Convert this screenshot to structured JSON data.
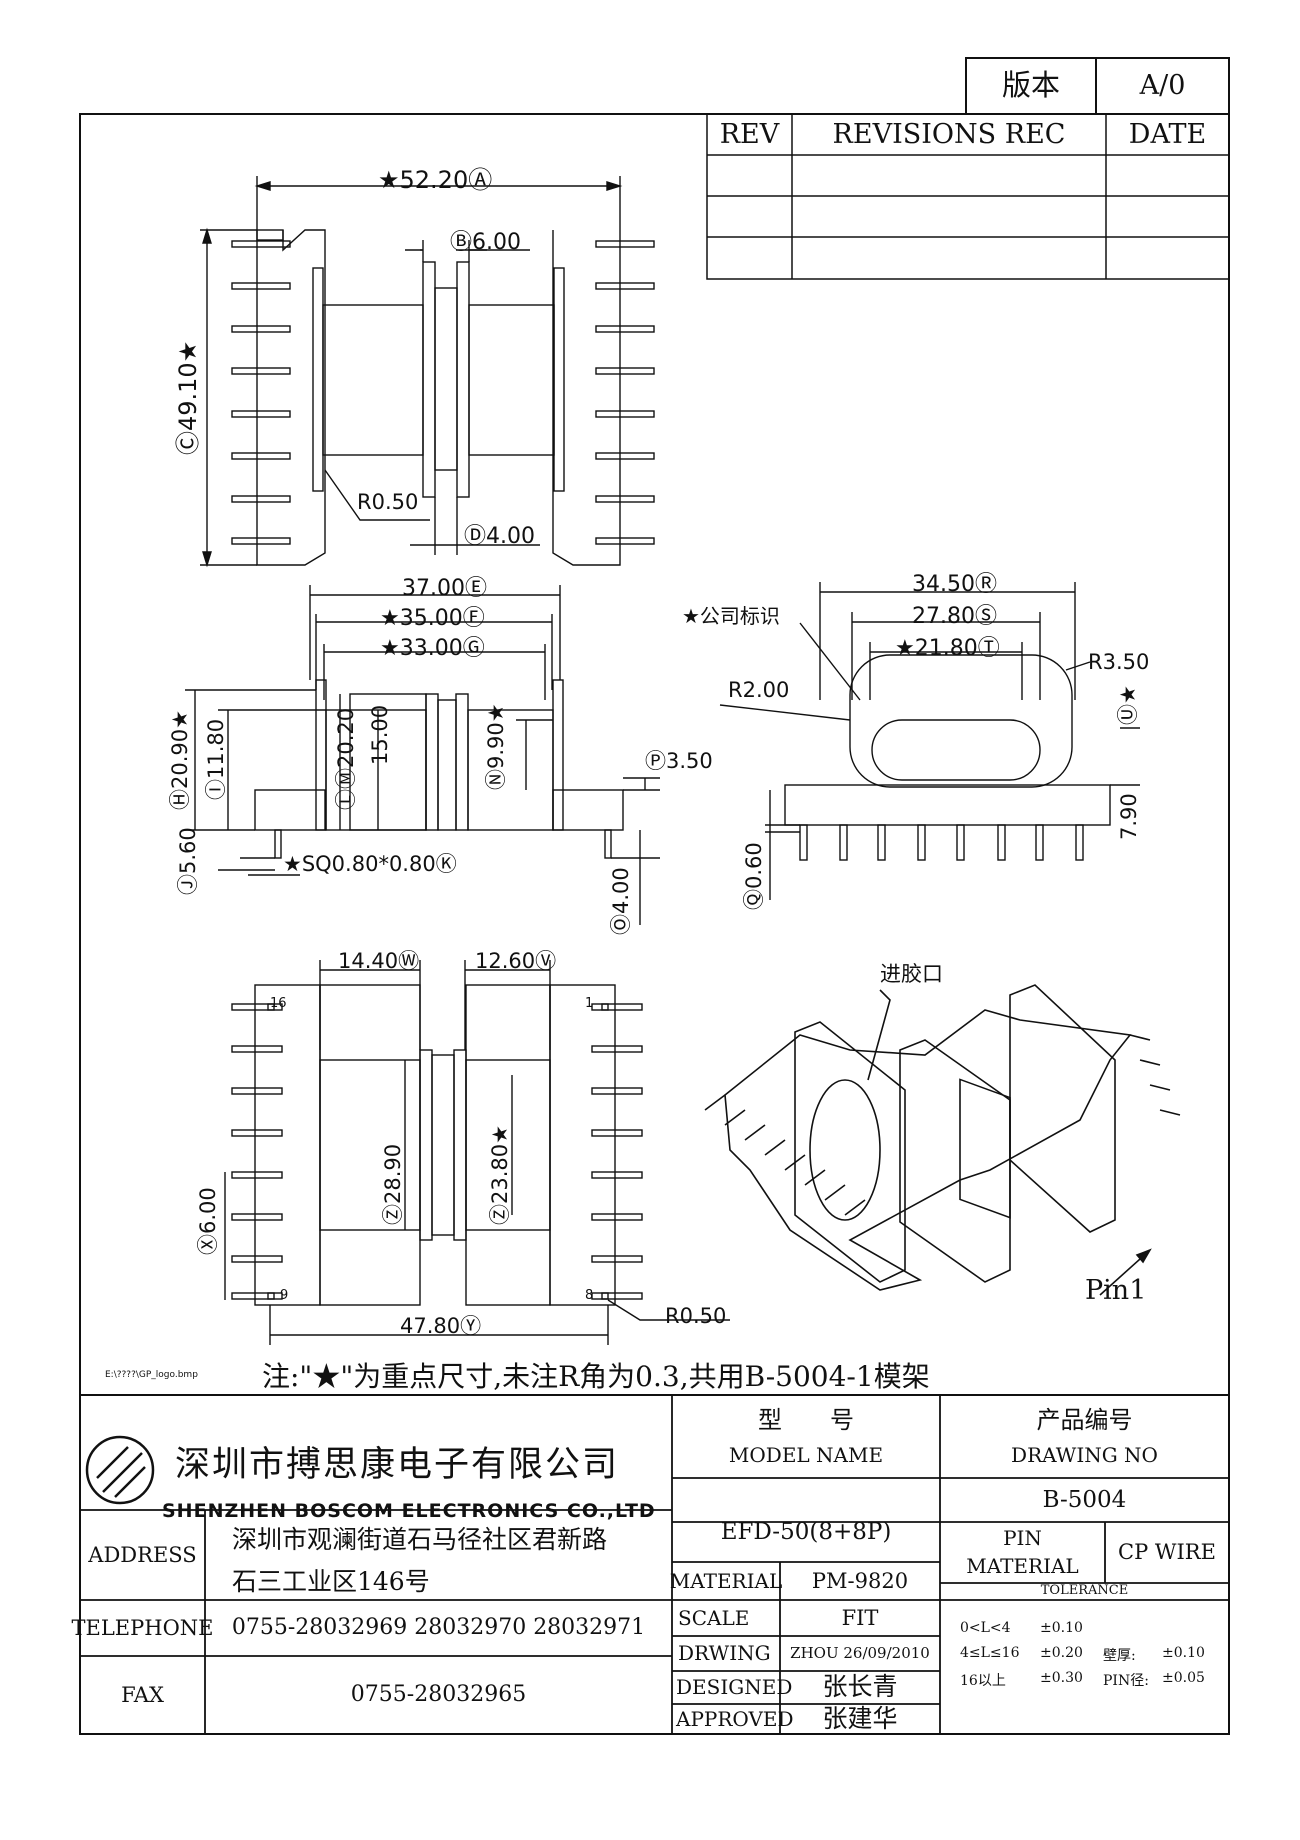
{
  "version": {
    "label": "版本",
    "value": "A/0"
  },
  "revisions": {
    "rev": "REV",
    "rec": "REVISIONS REC",
    "date": "DATE"
  },
  "dims": {
    "A": "★52.20Ⓐ",
    "B": "Ⓑ6.00",
    "C": "Ⓒ49.10★",
    "R050_top": "R0.50",
    "D": "Ⓓ4.00",
    "E": "37.00Ⓔ",
    "F": "★35.00Ⓕ",
    "G": "★33.00Ⓖ",
    "H": "Ⓗ20.90★",
    "I": "Ⓘ11.80",
    "L": "ⓁⓂ20.20",
    "M": "15.00",
    "N": "Ⓝ9.90★",
    "P": "Ⓟ3.50",
    "J": "Ⓙ5.60",
    "K": "★SQ0.80*0.80Ⓚ",
    "O": "Ⓞ4.00",
    "R": "34.50Ⓡ",
    "S": "27.80Ⓢ",
    "T": "★21.80Ⓣ",
    "R350": "R3.50",
    "R200": "R2.00",
    "logo_mark": "★公司标识",
    "U": "Ⓤ★",
    "U_val": "7.90",
    "Q": "Ⓠ0.60",
    "W": "14.40Ⓦ",
    "V": "12.60Ⓥ",
    "pin16": "16",
    "pin1": "1",
    "pin9": "9",
    "pin8": "8",
    "Z1": "Ⓩ28.90",
    "Z2": "Ⓩ23.80★",
    "X": "Ⓧ6.00",
    "Y": "47.80Ⓨ",
    "R050_bot": "R0.50",
    "inlet": "进胶口",
    "pin1_label": "Pin1"
  },
  "note": {
    "file": "E:\\????\\GP_logo.bmp",
    "text": "注:\"★\"为重点尺寸,未注R角为0.3,共用B-5004-1模架"
  },
  "company": {
    "name_cn": "深圳市搏思康电子有限公司",
    "name_en": "SHENZHEN BOSCOM ELECTRONICS CO.,LTD",
    "logo_icon": "boscom-logo-icon"
  },
  "contact": {
    "address_label": "ADDRESS",
    "address_line1": "深圳市观澜街道石马径社区君新路",
    "address_line2": "石三工业区146号",
    "telephone_label": "TELEPHONE",
    "telephone": "0755-28032969 28032970 28032971",
    "fax_label": "FAX",
    "fax": "0755-28032965"
  },
  "model": {
    "cn": "型　　号",
    "en": "MODEL NAME",
    "value": "EFD-50(8+8P)"
  },
  "drawing": {
    "cn": "产品编号",
    "en": "DRAWING NO",
    "value": "B-5004"
  },
  "material": {
    "label": "MATERIAL",
    "value": "PM-9820"
  },
  "scale": {
    "label": "SCALE",
    "value": "FIT"
  },
  "drwing": {
    "label": "DRWING",
    "value": "ZHOU 26/09/2010"
  },
  "designed": {
    "label": "DESIGNED",
    "value": "张长青"
  },
  "approved": {
    "label": "APPROVED",
    "value": "张建华"
  },
  "pin_material": {
    "label1": "PIN",
    "label2": "MATERIAL",
    "value": "CP WIRE"
  },
  "tolerance": {
    "title": "TOLERANCE",
    "r1a": "0<L<4",
    "r1b": "±0.10",
    "r2a": "4≤L≤16",
    "r2b": "±0.20",
    "r2c": "壁厚:",
    "r2d": "±0.10",
    "r3a": "16以上",
    "r3b": "±0.30",
    "r3c": "PIN径:",
    "r3d": "±0.05"
  }
}
